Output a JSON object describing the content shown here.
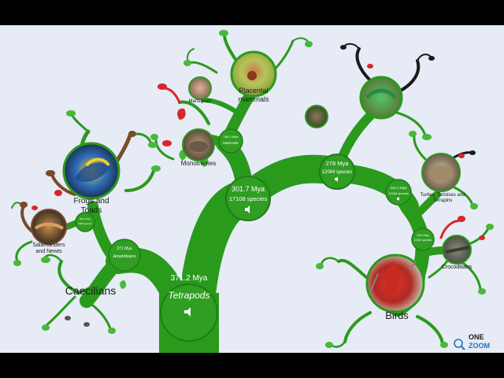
{
  "app": {
    "logo_line1": "ONE",
    "logo_line2": "ZOOM"
  },
  "colors": {
    "branch": "#2a9a1c",
    "branch_dark": "#1f7d14",
    "node": "#2f9e22",
    "background": "#e6ebf6",
    "leaf_green": "#48b83a",
    "leaf_red": "#d8262b",
    "leaf_brown": "#7b4a2a"
  },
  "nodes": {
    "tetrapods": {
      "age": "371.2 Mya",
      "name": "Tetrapods"
    },
    "amphibians": {
      "age": "371 Mya",
      "name": "Amphibians"
    },
    "amniotes": {
      "age": "301.7 Mya",
      "species": "17108 species"
    },
    "mammals": {
      "age": "166.2 Mya",
      "name": "Mammals"
    },
    "reptiles": {
      "age": "278 Mya",
      "species": "12084 species"
    },
    "archosaurs": {
      "age": "244.2 Mya",
      "species": "10248 species"
    },
    "archosaurs2": {
      "age": "245.4 Mya",
      "species": "10010 species"
    },
    "batrachia": {
      "age": "298.4 Mya",
      "species": "6905 species"
    }
  },
  "labels": {
    "caecilians": "Caecilians",
    "frogs_line1": "Frogs and",
    "frogs_line2": "Toads",
    "salamanders_line1": "Salamanders",
    "salamanders_line2": "and Newts",
    "monotremes": "Monotremes",
    "marsupials": "Marsupials",
    "placental_line1": "Placental",
    "placental_line2": "mammals",
    "turtles_line1": "Turtles, Tortoises and",
    "turtles_line2": "Terrapins",
    "crocodilians": "Crocodilians",
    "birds": "Birds"
  },
  "icons": [
    "speaker-icon",
    "onezoom-logo-icon"
  ]
}
